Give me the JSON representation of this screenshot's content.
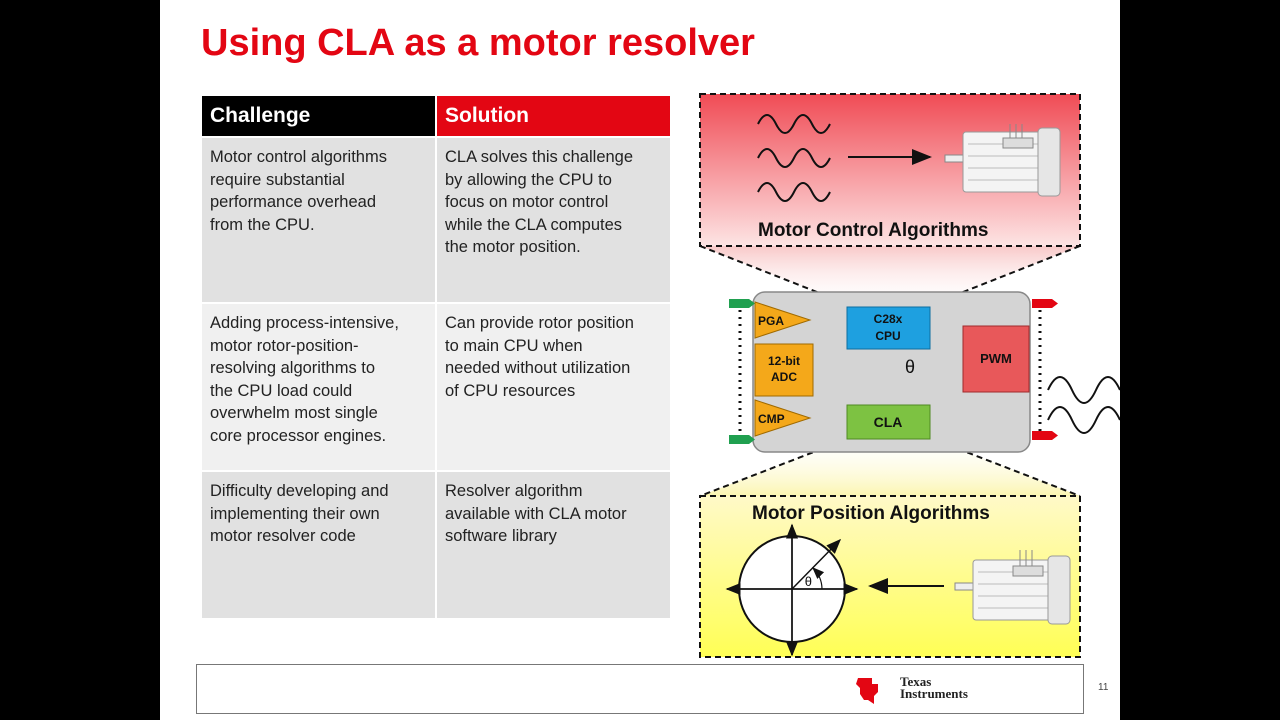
{
  "slide": {
    "title": "Using CLA as a motor resolver",
    "page_number": "11"
  },
  "table": {
    "headers": {
      "challenge": "Challenge",
      "solution": "Solution"
    },
    "rows": [
      {
        "challenge": [
          "Motor control algorithms",
          "require substantial",
          "performance overhead",
          "from the CPU."
        ],
        "solution": [
          "CLA solves this challenge",
          "by allowing the CPU to",
          "focus on motor control",
          "while the CLA computes",
          "the motor position."
        ]
      },
      {
        "challenge": [
          "Adding process-intensive,",
          "motor rotor-position-",
          "resolving algorithms to",
          "the CPU load could",
          "overwhelm most single",
          "core processor engines."
        ],
        "solution": [
          "Can provide rotor position",
          "to main CPU when",
          "needed without utilization",
          "of CPU resources"
        ]
      },
      {
        "challenge": [
          "Difficulty developing and",
          "implementing their own",
          "motor resolver code"
        ],
        "solution": [
          "Resolver algorithm",
          "available with CLA  motor",
          "software library"
        ]
      }
    ]
  },
  "diagram": {
    "top_panel_label": "Motor Control Algorithms",
    "bottom_panel_label": "Motor Position Algorithms",
    "theta": "θ",
    "chip": {
      "pga": "PGA",
      "adc_line1": "12-bit",
      "adc_line2": "ADC",
      "cmp": "CMP",
      "cpu_line1": "C28x",
      "cpu_line2": "CPU",
      "cla": "CLA",
      "pwm": "PWM",
      "theta": "θ"
    }
  },
  "logo": {
    "line1": "Texas",
    "line2": "Instruments"
  },
  "colors": {
    "accent_red": "#e30613",
    "header_black": "#000000",
    "cpu_blue": "#1ea0e0",
    "cla_green": "#7dc242",
    "amp_orange": "#f4a81a",
    "pwm_red": "#e8585a",
    "top_panel_gradient": [
      "#f8b9bb",
      "#f04b55"
    ],
    "bottom_panel_yellow": "#ffff66"
  }
}
